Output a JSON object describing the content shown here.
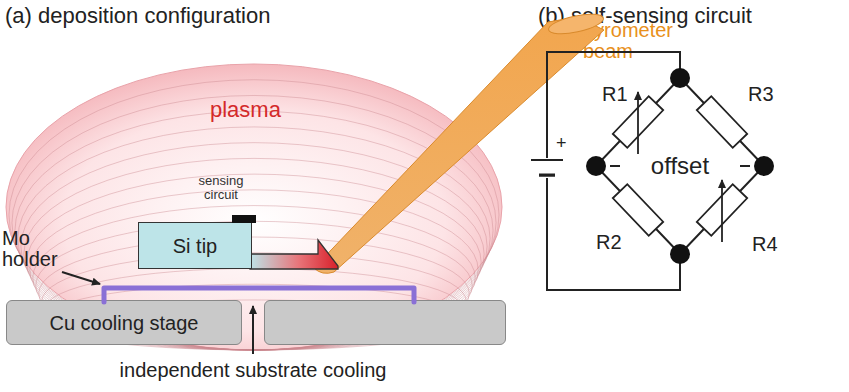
{
  "diagram": {
    "nodes": [
      {
        "text": [
          "plasma"
        ]
      },
      {
        "text": [
          "Si tip"
        ],
        "in": 0
      },
      {
        "text": [
          "Cu cooling stage"
        ]
      }
    ],
    "labels": [
      "(a) deposition configuration",
      "(b) self-sensing circuit",
      "pyrometer beam",
      "sensing circuit",
      "Mo holder",
      "independent substrate cooling",
      "R1",
      "R2",
      "R3",
      "R4",
      "offset",
      "+"
    ]
  }
}
